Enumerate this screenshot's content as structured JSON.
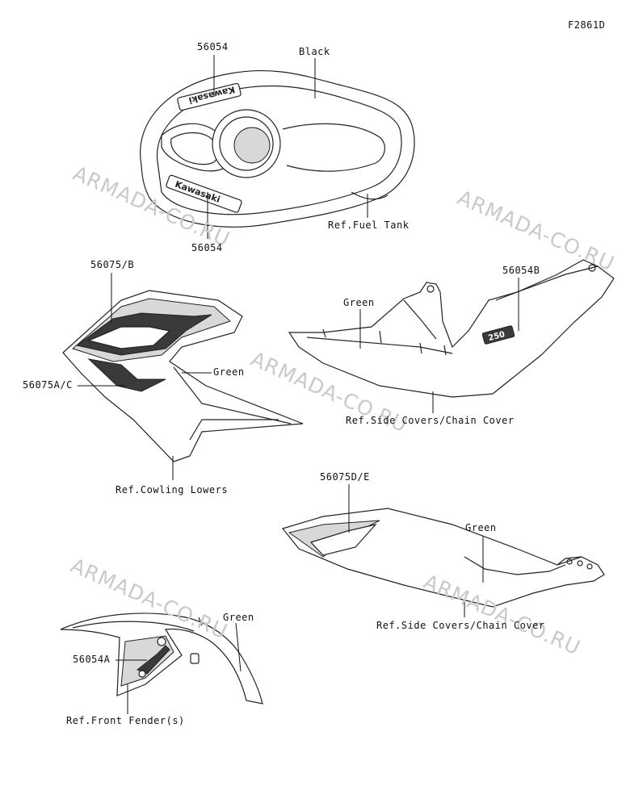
{
  "figure_code": "F2861D",
  "watermark_text": "ARMADA-CO.RU",
  "labels": {
    "tank_decal_top": "56054",
    "tank_decal_bottom": "56054",
    "tank_color": "Black",
    "tank_ref": "Ref.Fuel Tank",
    "cowl_decal_top": "56075/B",
    "cowl_decal_side": "56075A/C",
    "cowl_color": "Green",
    "cowl_ref": "Ref.Cowling Lowers",
    "sidecover_decal": "56054B",
    "sidecover_color": "Green",
    "sidecover_ref": "Ref.Side Covers/Chain Cover",
    "tail_decal": "56075D/E",
    "tail_color": "Green",
    "tail_ref": "Ref.Side Covers/Chain Cover",
    "fender_color": "Green",
    "fender_decal": "56054A",
    "fender_ref": "Ref.Front Fender(s)"
  },
  "decal_text": {
    "tank_logo": "Kawasaki",
    "side_badge": "250"
  }
}
